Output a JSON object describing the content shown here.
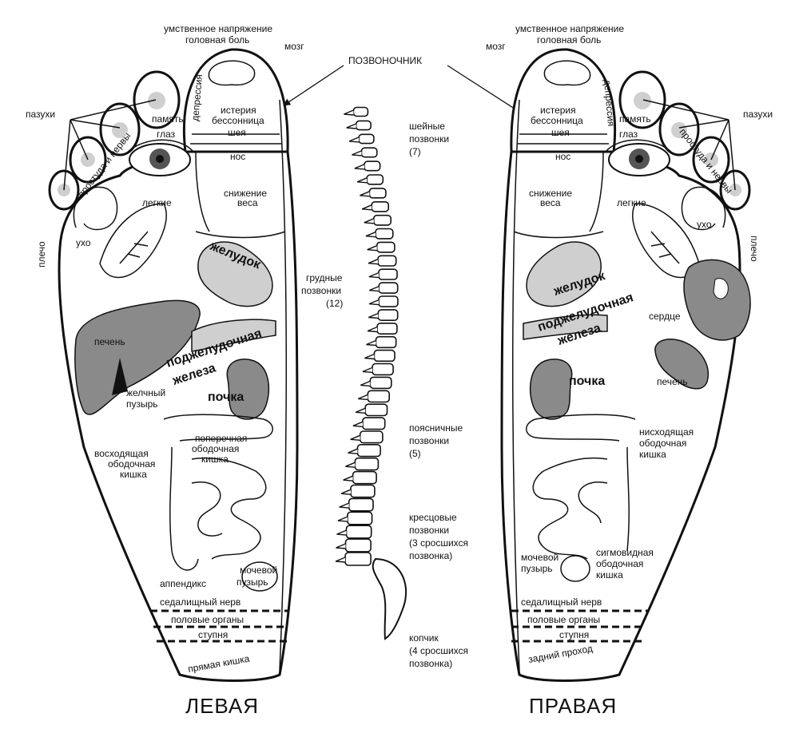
{
  "colors": {
    "organ_dark": "#8a8a8a",
    "organ_light": "#cfcfcf",
    "line": "#111111",
    "background": "#ffffff"
  },
  "left": {
    "title": "ЛЕВАЯ",
    "labels": {
      "mental_1": "умственное напряжение",
      "mental_2": "головная боль",
      "brain": "мозг",
      "sinuses": "пазухи",
      "memory": "память",
      "eye": "глаз",
      "cold": "простуда и нервы",
      "hysteria_1": "истерия",
      "hysteria_2": "бессонница",
      "neck": "шея",
      "nose": "нос",
      "weight_1": "снижение",
      "weight_2": "веса",
      "depression": "депрессия",
      "lungs": "легкие",
      "ear": "ухо",
      "shoulder": "плечо",
      "stomach": "желудок",
      "liver": "печень",
      "pancreas_1": "поджелудочная",
      "pancreas_2": "железа",
      "gall_1": "желчный",
      "gall_2": "пузырь",
      "kidney": "почка",
      "transverse_1": "поперечная",
      "transverse_2": "ободочная",
      "transverse_3": "кишка",
      "ascending_1": "восходящая",
      "ascending_2": "ободочная",
      "ascending_3": "кишка",
      "appendix": "аппендикс",
      "bladder_1": "мочевой",
      "bladder_2": "пузырь",
      "sciatic": "седалищный нерв",
      "genitals": "половые органы",
      "foot": "ступня",
      "rectum": "прямая кишка"
    }
  },
  "right": {
    "title": "ПРАВАЯ",
    "labels": {
      "mental_1": "умственное напряжение",
      "mental_2": "головная боль",
      "brain": "мозг",
      "sinuses": "пазухи",
      "memory": "память",
      "eye": "глаз",
      "cold": "простуда и нервы",
      "hysteria_1": "истерия",
      "hysteria_2": "бессонница",
      "neck": "шея",
      "nose": "нос",
      "weight_1": "снижение",
      "weight_2": "веса",
      "depression": "депрессия",
      "lungs": "легкие",
      "ear": "ухо",
      "shoulder": "плечо",
      "stomach": "желудок",
      "pancreas_1": "поджелудочная",
      "pancreas_2": "железа",
      "heart": "сердце",
      "kidney": "почка",
      "liver": "печень",
      "descending_1": "нисходящая",
      "descending_2": "ободочная",
      "descending_3": "кишка",
      "bladder_1": "мочевой",
      "bladder_2": "пузырь",
      "sigmoid_1": "сигмовидная",
      "sigmoid_2": "ободочная",
      "sigmoid_3": "кишка",
      "sciatic": "седалищный нерв",
      "genitals": "половые органы",
      "foot": "ступня",
      "anus": "задний проход"
    }
  },
  "spine": {
    "title": "ПОЗВОНОЧНИК",
    "cervical_1": "шейные",
    "cervical_2": "позвонки",
    "cervical_3": "(7)",
    "thoracic_1": "грудные",
    "thoracic_2": "позвонки",
    "thoracic_3": "(12)",
    "lumbar_1": "поясничные",
    "lumbar_2": "позвонки",
    "lumbar_3": "(5)",
    "sacral_1": "кресцовые",
    "sacral_2": "позвонки",
    "sacral_3": "(3 сросшихся",
    "sacral_4": "позвонка)",
    "coccyx_1": "копчик",
    "coccyx_2": "(4 сросшихся",
    "coccyx_3": "позвонка)"
  }
}
